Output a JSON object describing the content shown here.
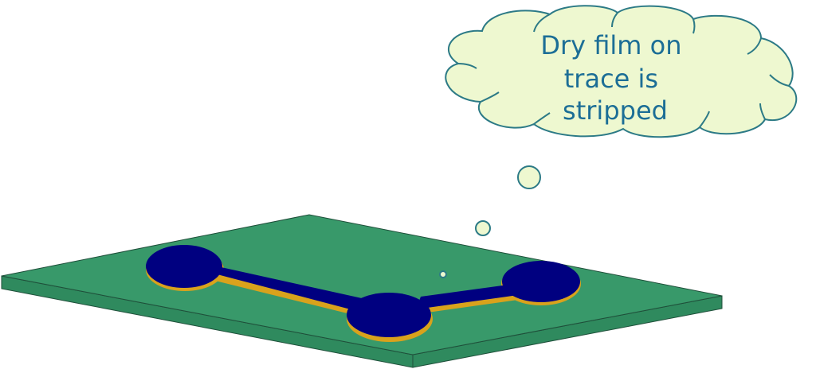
{
  "callout": {
    "lines": [
      "Dry film on",
      "trace is",
      "stripped"
    ],
    "text_color": "#1c6e96",
    "fill_color": "#eef8d0",
    "stroke_color": "#2c7a86"
  },
  "colors": {
    "board_top": "#38996a",
    "board_edge": "#2f8a5e",
    "board_outline": "#1f4f3a",
    "copper_outline": "#d9a21c",
    "dry_film": "#000080",
    "bubble_fill": "#eef8d0",
    "bubble_stroke": "#2c7a86"
  }
}
